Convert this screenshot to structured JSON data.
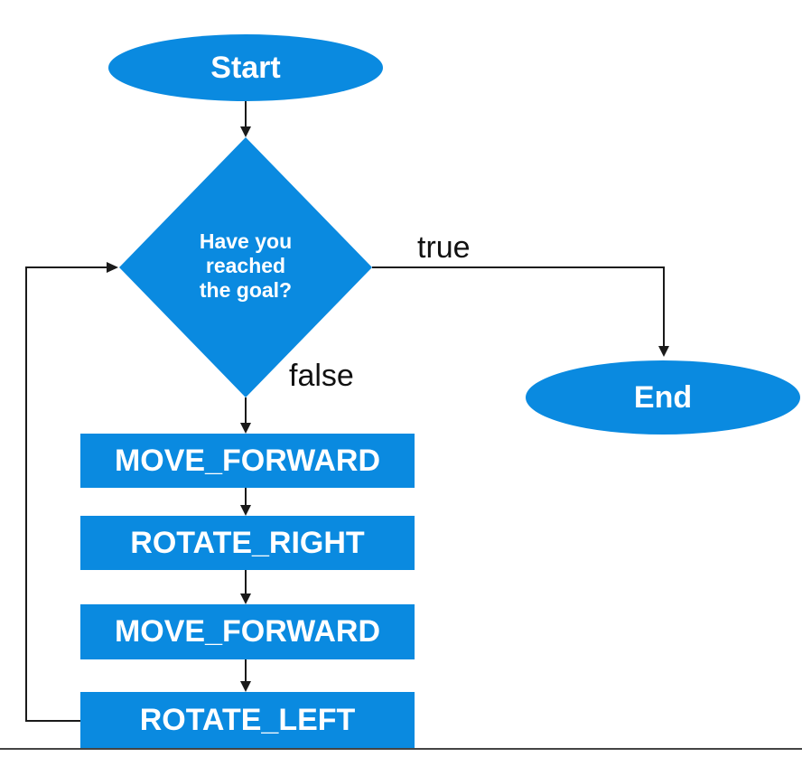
{
  "colors": {
    "shape_fill": "#0a8ae0",
    "text": "#ffffff",
    "connector": "#1a1a1a"
  },
  "nodes": {
    "start": "Start",
    "decision": [
      "Have you",
      "reached",
      "the goal?"
    ],
    "end": "End",
    "move_forward_1": "MOVE_FORWARD",
    "rotate_right": "ROTATE_RIGHT",
    "move_forward_2": "MOVE_FORWARD",
    "rotate_left": "ROTATE_LEFT"
  },
  "edges": {
    "true_label": "true",
    "false_label": "false"
  }
}
